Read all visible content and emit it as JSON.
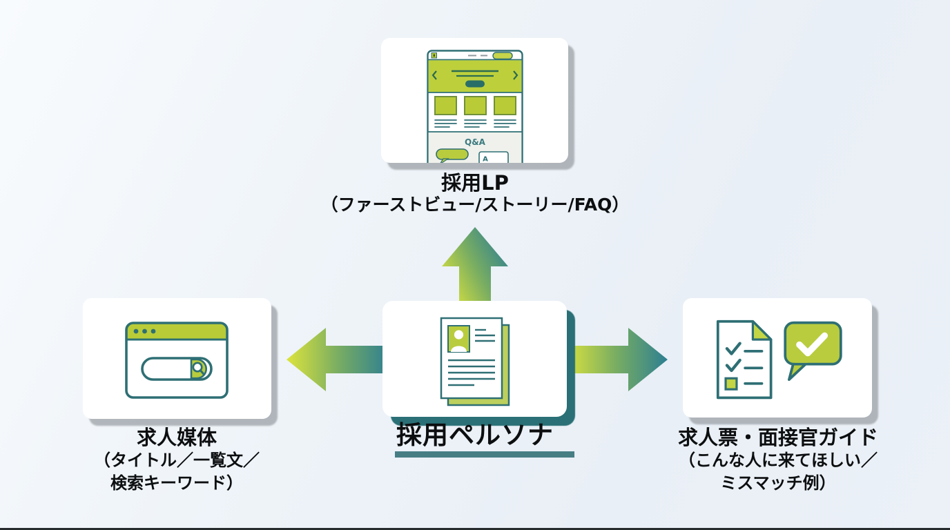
{
  "nodes": {
    "center": {
      "title": "採用ペルソナ"
    },
    "top": {
      "title": "採用LP",
      "subtitle": "（ファーストビュー/ストーリー/FAQ）",
      "qa_heading": "Q&A",
      "answer_label": "A"
    },
    "left": {
      "title": "求人媒体",
      "subtitle_line1": "（タイトル／一覧文／",
      "subtitle_line2": "検索キーワード）"
    },
    "right": {
      "title": "求人票・面接官ガイド",
      "subtitle_line1": "（こんな人に来てほしい／",
      "subtitle_line2": "ミスマッチ例）"
    }
  },
  "icons": {
    "center": "persona-document-icon",
    "top": "landing-page-icon",
    "left": "browser-search-icon",
    "right": "checklist-and-speech-bubble-icon"
  },
  "arrows": {
    "directions": [
      "up",
      "left",
      "right"
    ],
    "gradient_start": "#dde43c",
    "gradient_mid": "#79ad62",
    "gradient_end": "#2d7f92"
  },
  "colors": {
    "brand_green": "#b9cc37",
    "outline_teal": "#2e6f74",
    "dark_button_teal": "#2a6e68",
    "center_card_shadow": "#2a7076",
    "title_underline": "#477e84",
    "side_card_shadow": "#9ba0a6",
    "background": "#edf2f8",
    "text": "#0c0e0f"
  }
}
